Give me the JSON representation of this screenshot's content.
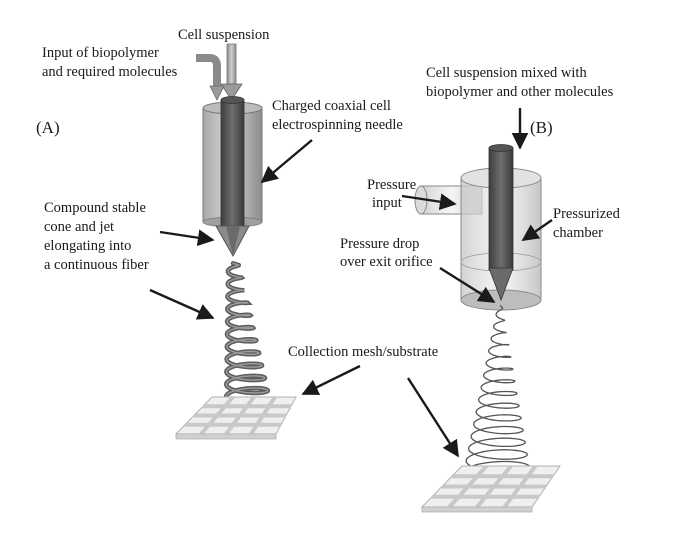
{
  "panels": {
    "a": "(A)",
    "b": "(B)"
  },
  "labels": {
    "cell_suspension": "Cell suspension",
    "input_line1": "Input of biopolymer",
    "input_line2": "and required molecules",
    "charged_line1": "Charged coaxial cell",
    "charged_line2": "electrospinning needle",
    "compound_line1": "Compound stable",
    "compound_line2": "cone and jet",
    "compound_line3": "elongating into",
    "compound_line4": "a continuous fiber",
    "mixed_line1": "Cell suspension mixed with",
    "mixed_line2": "biopolymer and other molecules",
    "pressure_input_line1": "Pressure",
    "pressure_input_line2": "input",
    "pressurized_line1": "Pressurized",
    "pressurized_line2": "chamber",
    "drop_line1": "Pressure drop",
    "drop_line2": "over exit orifice",
    "collection": "Collection mesh/substrate"
  },
  "colors": {
    "text": "#1a1a1a",
    "arrow": "#1a1a1a",
    "needle_dark": "#555555",
    "shell": "#9a9a9a",
    "fiber": "#6a6a6a",
    "mesh": "#d8d8d8"
  }
}
